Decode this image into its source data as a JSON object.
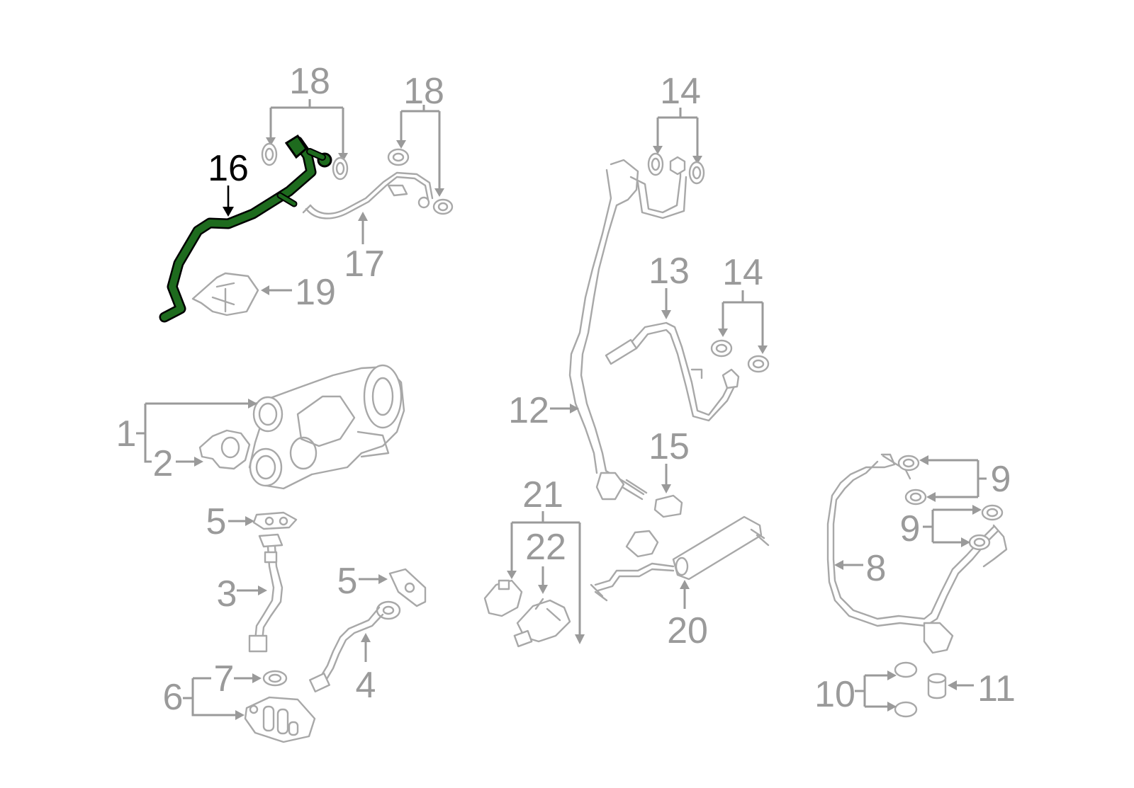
{
  "diagram": {
    "highlight_color": "#1e6b1e",
    "callout_color": "#9a9a9a",
    "highlighted_part": "16",
    "labels": {
      "l1": "1",
      "l2": "2",
      "l3": "3",
      "l4": "4",
      "l5a": "5",
      "l5b": "5",
      "l6": "6",
      "l7": "7",
      "l8": "8",
      "l9a": "9",
      "l9b": "9",
      "l10": "10",
      "l11": "11",
      "l12": "12",
      "l13": "13",
      "l14a": "14",
      "l14b": "14",
      "l15": "15",
      "l16": "16",
      "l17": "17",
      "l18a": "18",
      "l18b": "18",
      "l19": "19",
      "l20": "20",
      "l21": "21",
      "l22": "22"
    }
  }
}
